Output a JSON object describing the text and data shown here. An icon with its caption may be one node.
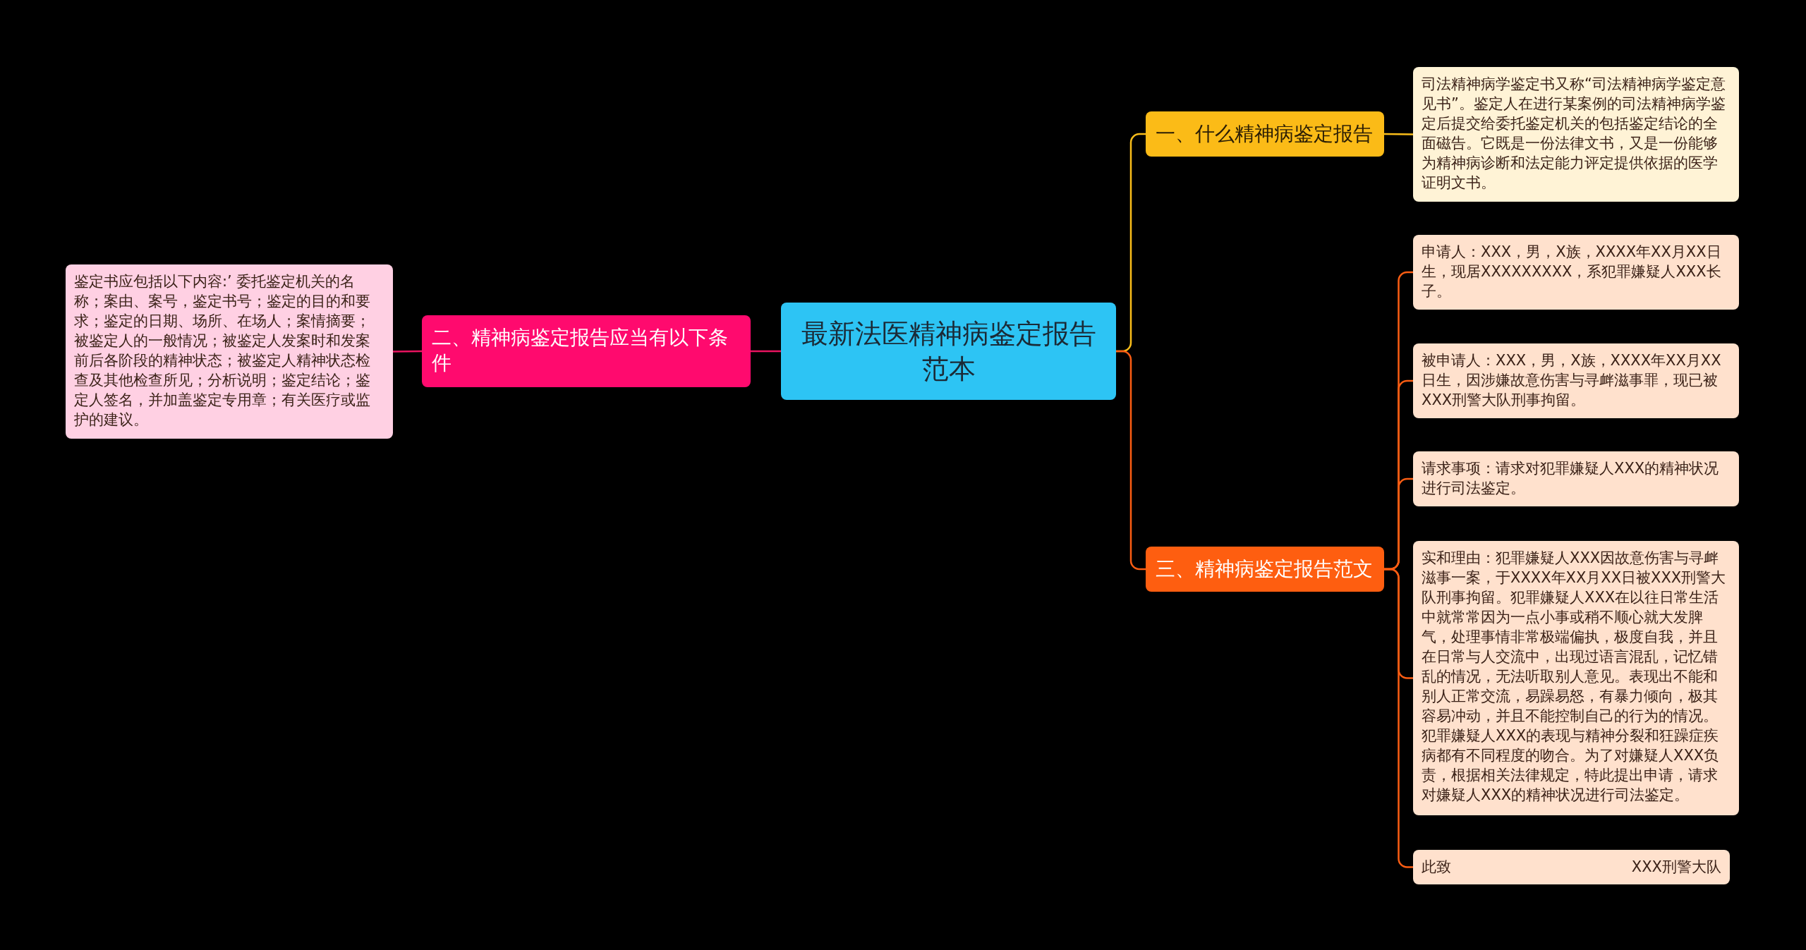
{
  "diagram": {
    "nodes": [
      {
        "text": [
          "最新法医精神病鉴定报告范本"
        ]
      },
      {
        "text": [
          "一、什么精神病鉴定报告"
        ]
      },
      {
        "text": [
          "司法精神病学鉴定书又称“司法精神病学鉴定意见书”。鉴定人在进行某案例的司法精神病学鉴定后提交给委托鉴定机关的包括鉴定结论的全面磁告。它既是一份法律文书，又是一份能够为精神病诊断和法定能力评定提供依据的医学证明文书。"
        ]
      },
      {
        "text": [
          "二、精神病鉴定报告应当有以下条件"
        ]
      },
      {
        "text": [
          "鉴定书应包括以下内容:’ 委托鉴定机关的名称；案由、案号，鉴定书号；鉴定的目的和要求；鉴定的日期、场所、在场人；案情摘要；被鉴定人的一般情况；被鉴定人发案时和发案前后各阶段的精神状态；被鉴定人精神状态检查及其他检查所见；分析说明；鉴定结论；鉴定人签名，并加盖鉴定专用章；有关医疗或监护的建议。"
        ]
      },
      {
        "text": [
          "三、精神病鉴定报告范文"
        ]
      },
      {
        "text": [
          "申请人：XXX，男，X族，XXXX年XX月XX日生，现居XXXXXXXXX，系犯罪嫌疑人XXX长子。"
        ]
      },
      {
        "text": [
          "被申请人：XXX，男，X族，XXXX年XX月XX日生，因涉嫌故意伤害与寻衅滋事罪，现已被XXX刑警大队刑事拘留。"
        ]
      },
      {
        "text": [
          "请求事项：请求对犯罪嫌疑人XXX的精神状况进行司法鉴定。"
        ]
      },
      {
        "text": [
          "实和理由：犯罪嫌疑人XXX因故意伤害与寻衅滋事一案，于XXXX年XX月XX日被XXX刑警大队刑事拘留。犯罪嫌疑人XXX在以往日常生活中就常常因为一点小事或稍不顺心就大发脾气，处理事情非常极端偏执，极度自我，并且在日常与人交流中，出现过语言混乱，记忆错乱的情况，无法听取别人意见。表现出不能和别人正常交流，易躁易怒，有暴力倾向，极其容易冲动，并且不能控制自己的行为的情况。犯罪嫌疑人XXX的表现与精神分裂和狂躁症疾病都有不同程度的吻合。为了对嫌疑人XXX负责，根据相关法律规定，特此提出申请，请求对嫌疑人XXX的精神状况进行司法鉴定。"
        ]
      },
      {
        "text": [
          "此致",
          "XXX刑警大队"
        ]
      }
    ],
    "edges": [
      {
        "from": 0,
        "to": 1,
        "arrow": "none",
        "color": "#f9bd1a"
      },
      {
        "from": 1,
        "to": 2,
        "arrow": "none",
        "color": "#f9bd1a"
      },
      {
        "from": 0,
        "to": 3,
        "arrow": "none",
        "color": "#e8135f"
      },
      {
        "from": 3,
        "to": 4,
        "arrow": "none",
        "color": "#e8135f"
      },
      {
        "from": 0,
        "to": 5,
        "arrow": "none"
      },
      {
        "from": 5,
        "to": 6,
        "arrow": "none"
      },
      {
        "from": 5,
        "to": 7,
        "arrow": "none"
      },
      {
        "from": 5,
        "to": 8,
        "arrow": "none"
      },
      {
        "from": 5,
        "to": 9,
        "arrow": "none"
      },
      {
        "from": 5,
        "to": 10,
        "arrow": "none"
      }
    ]
  }
}
